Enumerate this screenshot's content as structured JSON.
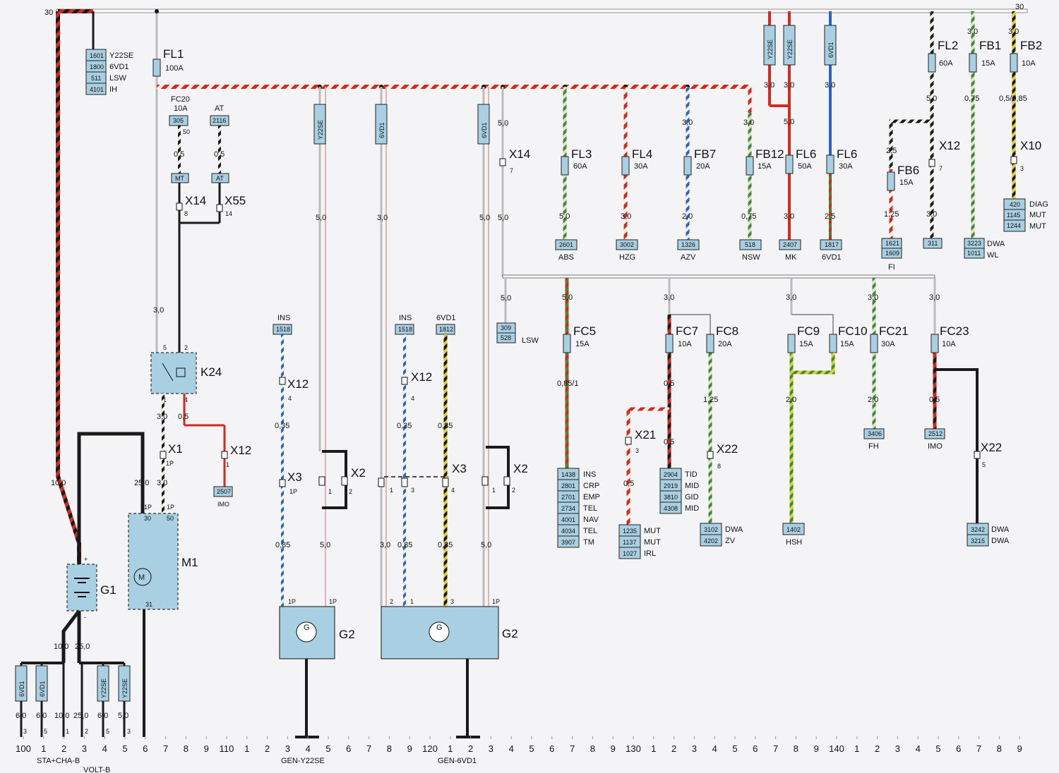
{
  "rail": {
    "left": "30",
    "right": "30"
  },
  "fuses": {
    "FL1": {
      "name": "FL1",
      "rating": "100A"
    },
    "FL2": {
      "name": "FL2",
      "rating": "60A"
    },
    "FB1": {
      "name": "FB1",
      "rating": "15A"
    },
    "FB2": {
      "name": "FB2",
      "rating": "10A"
    },
    "FL3": {
      "name": "FL3",
      "rating": "60A"
    },
    "FL4": {
      "name": "FL4",
      "rating": "30A"
    },
    "FB7": {
      "name": "FB7",
      "rating": "20A"
    },
    "FB12": {
      "name": "FB12",
      "rating": "15A"
    },
    "FL6a": {
      "name": "FL6",
      "rating": "50A"
    },
    "FL6b": {
      "name": "FL6",
      "rating": "30A"
    },
    "FB6": {
      "name": "FB6",
      "rating": "15A"
    },
    "FC5": {
      "name": "FC5",
      "rating": "15A"
    },
    "FC7": {
      "name": "FC7",
      "rating": "10A"
    },
    "FC8": {
      "name": "FC8",
      "rating": "20A"
    },
    "FC9": {
      "name": "FC9",
      "rating": "15A"
    },
    "FC10": {
      "name": "FC10",
      "rating": "15A"
    },
    "FC21": {
      "name": "FC21",
      "rating": "30A"
    },
    "FC23": {
      "name": "FC23",
      "rating": "10A"
    },
    "FC20": {
      "name": "FC20",
      "rating": "10A"
    }
  },
  "connectors": {
    "x14a": {
      "name": "X14",
      "pin": "7"
    },
    "x14b": {
      "name": "X14",
      "pin": "8"
    },
    "x55": {
      "name": "X55",
      "pin": "14"
    },
    "x12a": {
      "name": "X12",
      "pin": "7"
    },
    "x10": {
      "name": "X10",
      "pin": "3"
    },
    "x12b": {
      "name": "X12",
      "pin": "1"
    },
    "x12c": {
      "name": "X12",
      "pin": "4"
    },
    "x12d": {
      "name": "X12",
      "pin": "4"
    },
    "x1": {
      "name": "X1",
      "pin": "1P"
    },
    "x3a": {
      "name": "X3",
      "pin": "1P"
    },
    "x3b": {
      "name": "X3",
      "pin1": "1",
      "pin2": "3",
      "pin3": "4"
    },
    "x2a": {
      "name": "X2",
      "pin1": "1",
      "pin2": "2"
    },
    "x2b": {
      "name": "X2",
      "pin1": "1",
      "pin2": "2"
    },
    "x21": {
      "name": "X21",
      "pin": "3"
    },
    "x22a": {
      "name": "X22",
      "pin": "8"
    },
    "x22b": {
      "name": "X22",
      "pin": "5"
    }
  },
  "components": {
    "K24": "K24",
    "M1": "M1",
    "G1": "G1",
    "G2a": "G2",
    "G2b": "G2",
    "K24pins": {
      "p5": "5",
      "p2": "2",
      "p1": "1",
      "p4": "4"
    },
    "M1pins": {
      "p30": "30",
      "p50": "50",
      "p31": "31",
      "p1a": "1P",
      "p1b": "1P"
    },
    "G2pins": {
      "a": "1P",
      "b": "1P",
      "c": "2",
      "d": "1",
      "e": "3",
      "f": "1P"
    },
    "G1pins": {
      "plus": "+",
      "minus": "-"
    }
  },
  "wire_sizes": {
    "w_3_0_a": "3,0",
    "w_3_0_b": "3,0",
    "w_5_0_a": "5,0",
    "w_3_0_c": "3,0",
    "w_5_0_b": "5,0",
    "w_3_0_d": "3,0",
    "w_3_0_e": "3,0",
    "w_0_5_085": "0,5/0,85",
    "w_3_0_f": "3,0",
    "w_3_0_g": "3,0",
    "w_0_75_a": "0,75",
    "w_5_0_c": "5,0",
    "w_5_0_d": "5,0",
    "w_3_0_h": "3,0",
    "w_3_0_i": "3,0",
    "w_2_5_a": "2,5",
    "w_3_0_j": "3,0",
    "w_5_0_e": "5,0",
    "w_3_0_k": "3,0",
    "w_2_0_a": "2,0",
    "w_0_75_b": "0,75",
    "w_3_0_l": "3,0",
    "w_2_5_b": "2,5",
    "w_1_25_a": "1,25",
    "w_3_0_m": "3,0",
    "w_0_5_a": "0,5",
    "w_0_5_b": "0,5",
    "w_5_0_f": "5,0",
    "w_3_0_n": "3,0",
    "w_5_0_g": "5,0",
    "w_5_0_h": "5,0",
    "w_5_0_i": "5,0",
    "w_5_0_j": "5,0",
    "w_3_0_o": "3,0",
    "w_3_0_p": "3,0",
    "w_3_0_q": "3,0",
    "w_3_0_r": "3,0",
    "w_3_0_s": "3,0",
    "w_0_85_1": "0,85/1",
    "w_0_5_c": "0,5",
    "w_1_25_b": "1,25",
    "w_2_0_b": "2,0",
    "w_2_0_c": "2,0",
    "w_0_5_d": "0,5",
    "w_0_5_e": "0,5",
    "w_0_5_f": "0,5",
    "w_3_0_t": "3,0",
    "w_0_5_g": "0,5",
    "w_0_35_a": "0,35",
    "w_0_35_b": "0,35",
    "w_0_85_a": "0,85",
    "w_0_85_b": "0,85",
    "w_0_85_c": "0,85",
    "w_0_85_d": "0,85",
    "w_10_0_a": "10,0",
    "w_25_0_a": "25,0",
    "w_3_0_u": "3,0",
    "w_5_0_k": "5,0",
    "w_3_0_v": "3,0",
    "w_0_85_e": "0,85",
    "w_5_0_l": "5,0",
    "w_10_0_b": "10,0",
    "w_25_0_b": "25,0",
    "w_6_0_a": "6,0",
    "w_6_0_b": "6,0",
    "w_10_0_c": "10,0",
    "w_25_0_c": "25,0",
    "w_6_0_c": "6,0",
    "w_5_0_m": "5,0",
    "w_50": "50"
  },
  "ref_labels": [
    {
      "codes": [
        "1601",
        "1800",
        "511",
        "4101"
      ],
      "names": [
        "Y22SE",
        "6VD1",
        "LSW",
        "IH"
      ]
    },
    {
      "codes": [
        "420",
        "1145",
        "1244"
      ],
      "names": [
        "DIAG",
        "MUT",
        "MUT"
      ]
    },
    {
      "codes": [
        "3223",
        "1011"
      ],
      "names": [
        "DWA",
        "WL"
      ]
    },
    {
      "codes": [
        "2601"
      ],
      "names": [
        "ABS"
      ]
    },
    {
      "codes": [
        "3002"
      ],
      "names": [
        "HZG"
      ]
    },
    {
      "codes": [
        "1326"
      ],
      "names": [
        "AZV"
      ]
    },
    {
      "codes": [
        "518"
      ],
      "names": [
        "NSW"
      ]
    },
    {
      "codes": [
        "2407"
      ],
      "names": [
        "MK"
      ]
    },
    {
      "codes": [
        "1817"
      ],
      "names": [
        "6VD1"
      ]
    },
    {
      "codes": [
        "1621",
        "1609"
      ],
      "names": [
        "FI"
      ]
    },
    {
      "codes": [
        "311"
      ],
      "names": []
    },
    {
      "codes": [
        "309",
        "528"
      ],
      "names": [
        "LSW"
      ]
    },
    {
      "codes": [
        "305"
      ],
      "names": []
    },
    {
      "codes": [
        "2116"
      ],
      "names": []
    },
    {
      "codes": [
        "1518"
      ],
      "names": [
        "INS"
      ]
    },
    {
      "codes": [
        "1518"
      ],
      "names": [
        "INS"
      ]
    },
    {
      "codes": [
        "1812"
      ],
      "names": [
        "6VD1"
      ]
    },
    {
      "codes": [
        "1438",
        "2801",
        "2701",
        "2734",
        "4001",
        "4034",
        "3907"
      ],
      "names": [
        "INS",
        "CRP",
        "EMP",
        "TEL",
        "NAV",
        "TEL",
        "TM"
      ]
    },
    {
      "codes": [
        "2904",
        "2919",
        "3810",
        "4308"
      ],
      "names": [
        "TID",
        "MID",
        "GID",
        "MID"
      ]
    },
    {
      "codes": [
        "1235",
        "1137",
        "1027"
      ],
      "names": [
        "MUT",
        "MUT",
        "IRL"
      ]
    },
    {
      "codes": [
        "3102",
        "4202"
      ],
      "names": [
        "DWA",
        "ZV"
      ]
    },
    {
      "codes": [
        "1402"
      ],
      "names": [
        "HSH"
      ]
    },
    {
      "codes": [
        "3406"
      ],
      "names": [
        "FH"
      ]
    },
    {
      "codes": [
        "2512"
      ],
      "names": [
        "IMO"
      ]
    },
    {
      "codes": [
        "3242",
        "3215"
      ],
      "names": [
        "DWA",
        "DWA"
      ]
    },
    {
      "codes": [
        "2507"
      ],
      "names": [
        "IMO"
      ]
    }
  ],
  "tags": {
    "fc20": "FC20",
    "fc20r": "10A",
    "at": "AT",
    "mt": "MT",
    "at2": "AT",
    "y22se_a": "Y22SE",
    "y22se_b": "Y22SE",
    "y22se_c": "Y22SE",
    "y22se_d": "Y22SE",
    "y22se_e": "Y22SE",
    "sixvd1_a": "6VD1",
    "sixvd1_b": "6VD1",
    "sixvd1_c": "6VD1",
    "sixvd1_d": "6VD1",
    "sixvd1_e": "6VD1"
  },
  "ruler": {
    "ticks": [
      "100",
      "1",
      "2",
      "3",
      "4",
      "5",
      "6",
      "7",
      "8",
      "9",
      "110",
      "1",
      "2",
      "3",
      "4",
      "5",
      "6",
      "7",
      "8",
      "9",
      "120",
      "1",
      "2",
      "3",
      "4",
      "5",
      "6",
      "7",
      "8",
      "9",
      "130",
      "1",
      "2",
      "3",
      "4",
      "5",
      "6",
      "7",
      "8",
      "9",
      "140",
      "1",
      "2",
      "3",
      "4",
      "5",
      "6",
      "7",
      "8",
      "9"
    ],
    "captions": {
      "sta": "STA+CHA-B",
      "volt": "VOLT-B",
      "gen1": "GEN-Y22SE",
      "gen2": "GEN-6VD1"
    }
  },
  "colors": {
    "paper": "#f4f4f6",
    "box": "#a9d0e2",
    "wire_red": "#d42a1e",
    "wire_black": "#1a1a1a",
    "wire_blue": "#2f62c8",
    "wire_green": "#3f8a3a",
    "wire_yellow": "#e0cf2a"
  }
}
